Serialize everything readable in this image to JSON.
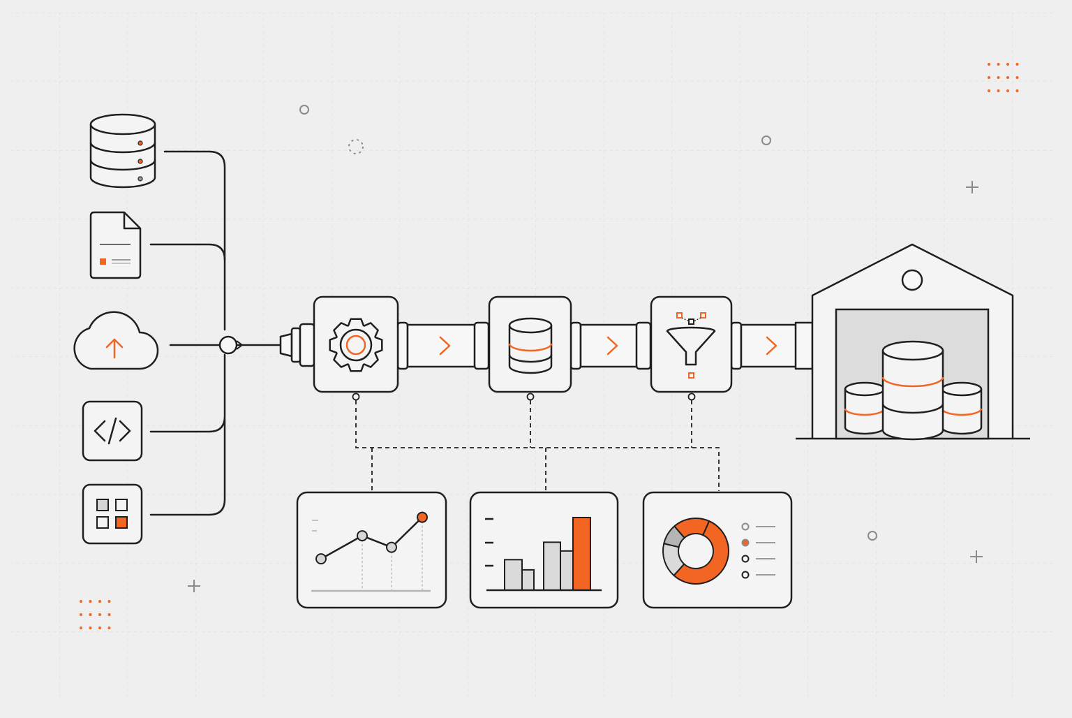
{
  "colors": {
    "background": "#efefef",
    "ink": "#1f1f1f",
    "accent": "#f26522",
    "panel": "#f4f4f4",
    "grid": "#d9d9d9",
    "pipe_fill": "#f7f7f7",
    "muted_gray": "#9a9a9a",
    "light_gray": "#d6d6d6"
  },
  "sources": [
    {
      "id": "database",
      "icon": "database-icon"
    },
    {
      "id": "document",
      "icon": "document-icon"
    },
    {
      "id": "cloud-upload",
      "icon": "cloud-upload-icon"
    },
    {
      "id": "api-code",
      "icon": "code-icon"
    },
    {
      "id": "apps",
      "icon": "grid-apps-icon"
    }
  ],
  "stages": [
    {
      "id": "process",
      "icon": "gear-icon"
    },
    {
      "id": "store",
      "icon": "database-icon"
    },
    {
      "id": "filter",
      "icon": "funnel-icon"
    }
  ],
  "destination": {
    "id": "data-warehouse",
    "icon": "warehouse-icon"
  },
  "dashboards": [
    {
      "id": "line-chart-panel",
      "icon": "line-chart-icon",
      "points": [
        0.18,
        0.58,
        0.38,
        0.9
      ]
    },
    {
      "id": "bar-chart-panel",
      "icon": "bar-chart-icon",
      "bars": [
        0.42,
        0.28,
        0.66,
        0.54,
        1.0
      ]
    },
    {
      "id": "donut-chart-panel",
      "icon": "donut-chart-icon",
      "segments": [
        0.55,
        0.17,
        0.1,
        0.18
      ]
    }
  ]
}
